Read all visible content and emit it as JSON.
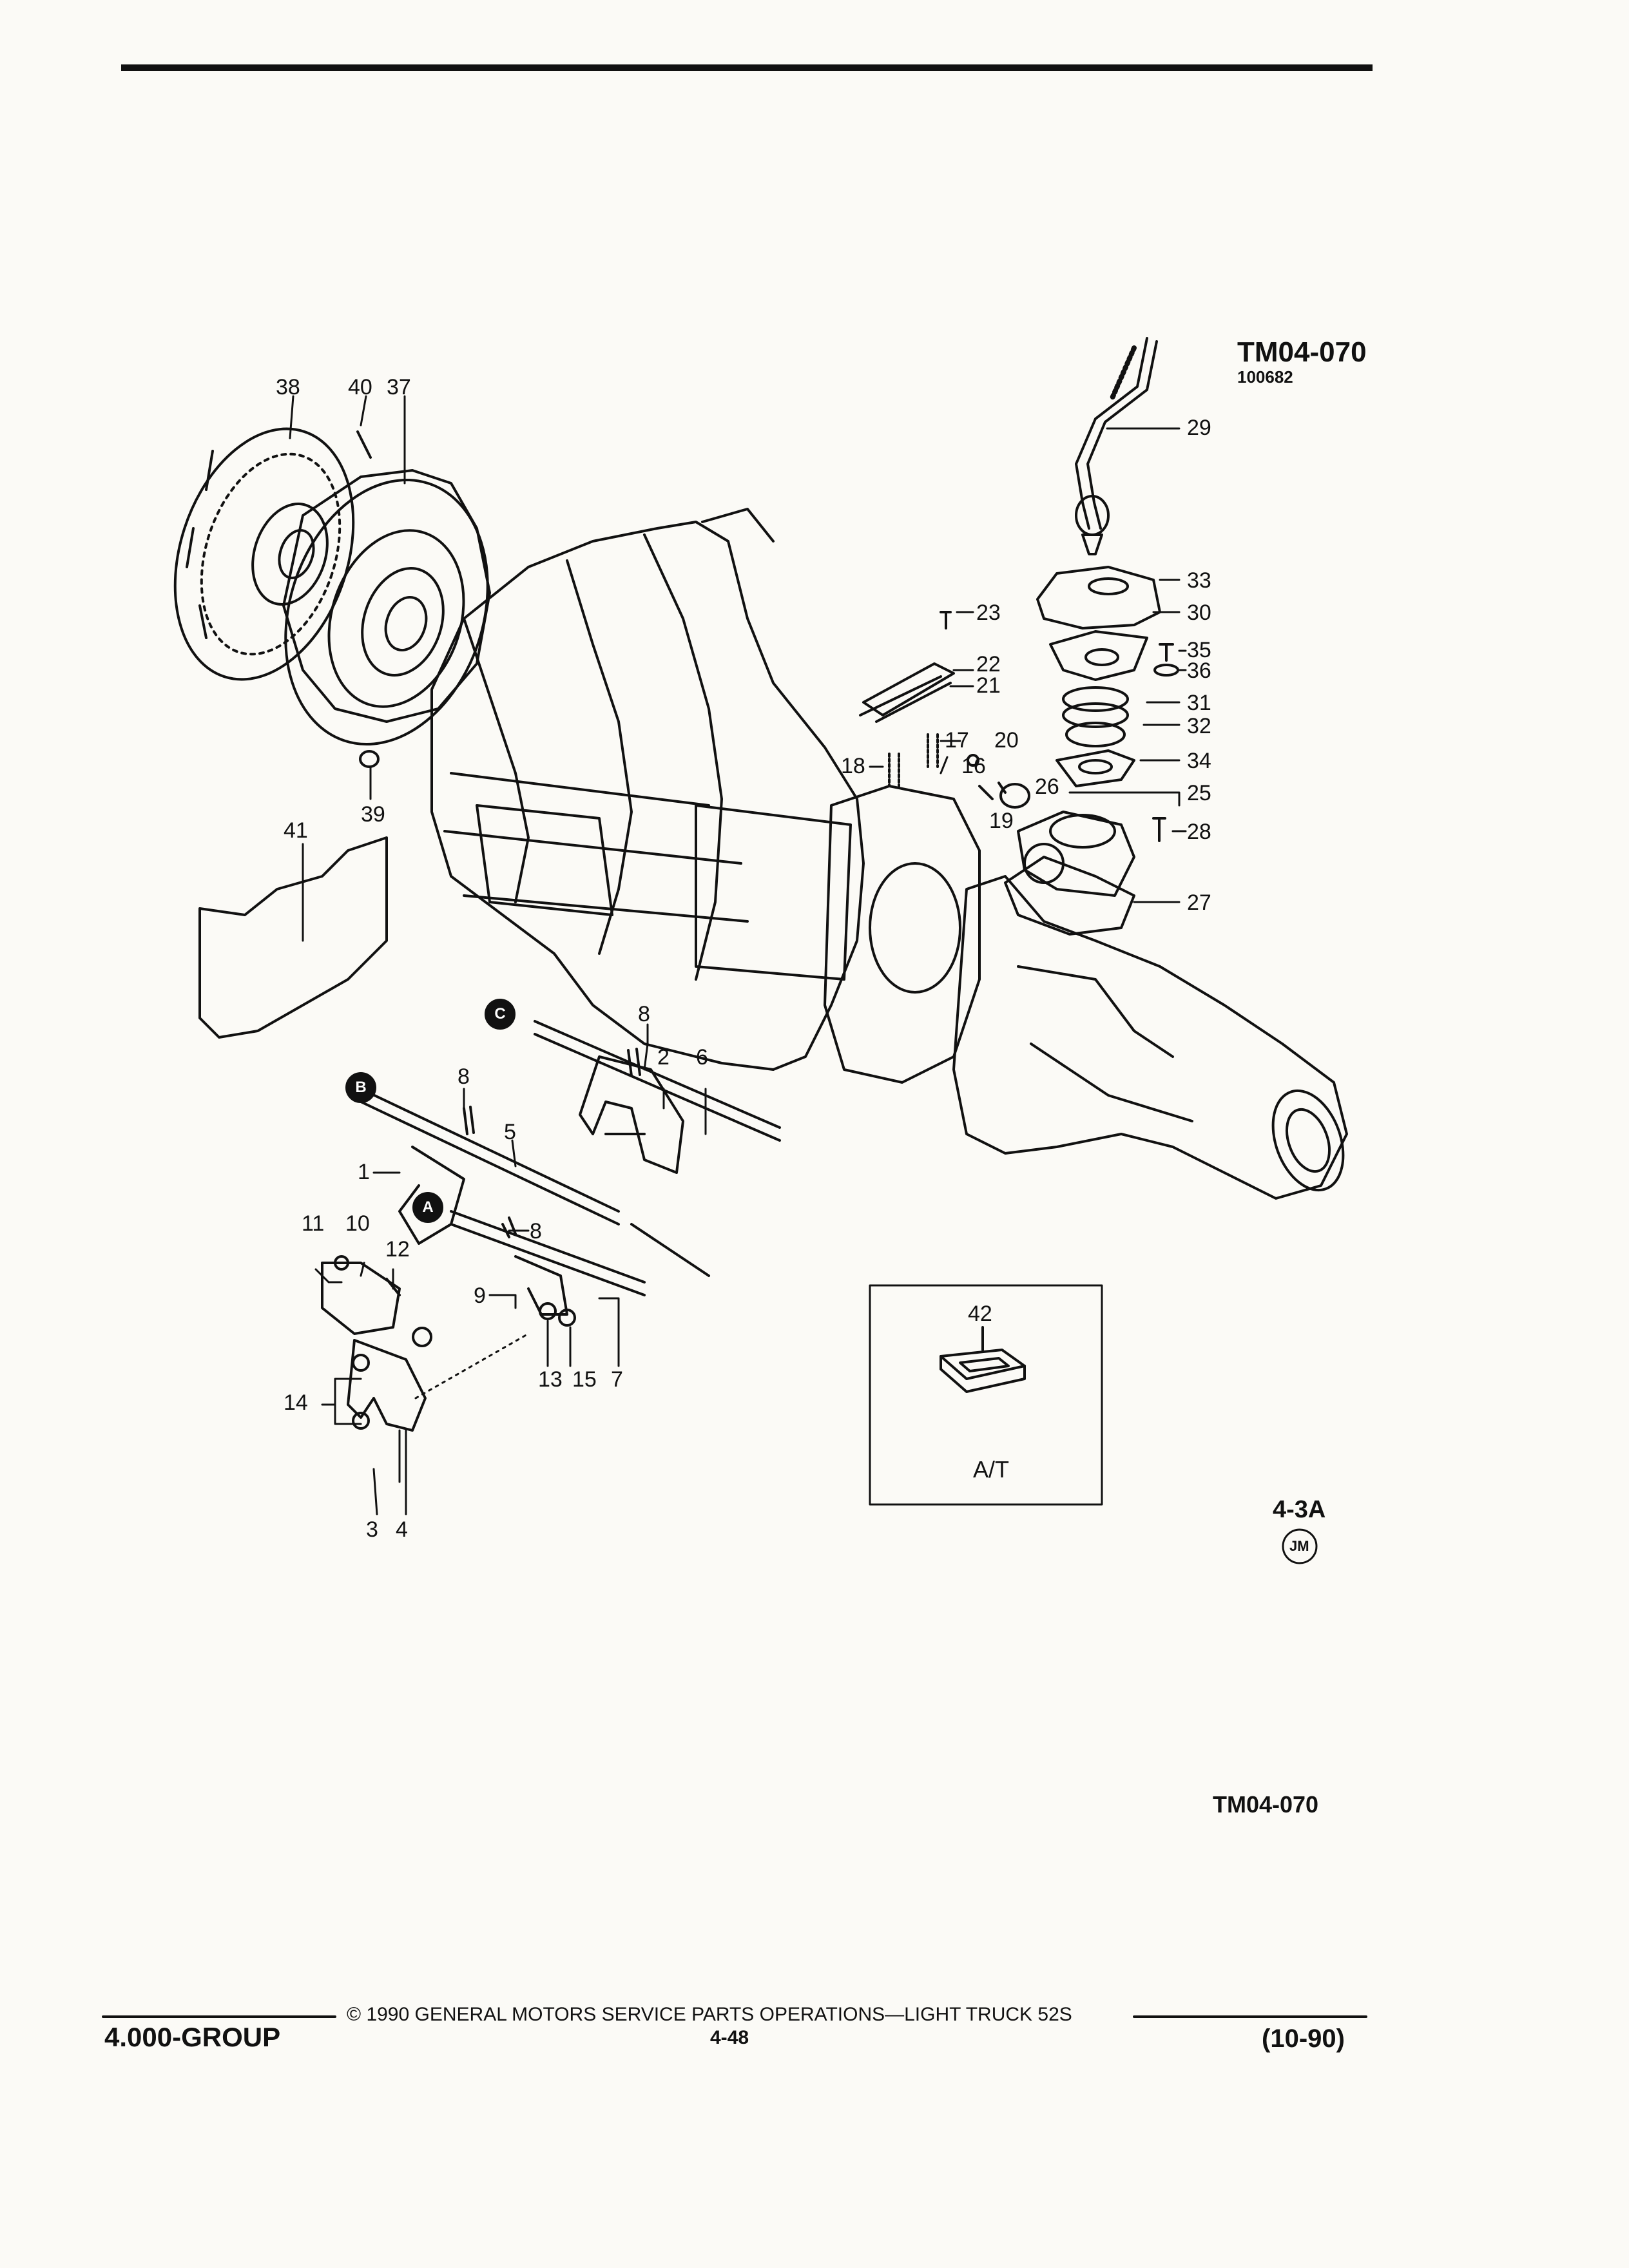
{
  "header": {
    "figure_code": "TM04-070",
    "figure_serial": "100682"
  },
  "callouts": {
    "c1": "1",
    "c2": "2",
    "c3": "3",
    "c4": "4",
    "c5": "5",
    "c6": "6",
    "c7": "7",
    "c8a": "8",
    "c8b": "8",
    "c8c": "8",
    "c9": "9",
    "c10": "10",
    "c11": "11",
    "c12": "12",
    "c13": "13",
    "c14": "14",
    "c15": "15",
    "c16": "16",
    "c17": "17",
    "c18": "18",
    "c19": "19",
    "c20": "20",
    "c21": "21",
    "c22": "22",
    "c23": "23",
    "c25": "25",
    "c26": "26",
    "c27": "27",
    "c28": "28",
    "c29": "29",
    "c30": "30",
    "c31": "31",
    "c32": "32",
    "c33": "33",
    "c34": "34",
    "c35": "35",
    "c36": "36",
    "c37": "37",
    "c38": "38",
    "c39": "39",
    "c40": "40",
    "c41": "41",
    "c42": "42"
  },
  "markers": {
    "a": "A",
    "b": "B",
    "c": "C"
  },
  "inset": {
    "number": "42",
    "label": "A/T"
  },
  "section": {
    "ref": "4-3A",
    "code": "JM"
  },
  "footer_figure_code": "TM04-070",
  "footer": {
    "copyright": "© 1990 GENERAL MOTORS SERVICE PARTS OPERATIONS—LIGHT TRUCK 52S",
    "page": "4-48",
    "group": "4.000-GROUP",
    "date": "(10-90)"
  }
}
